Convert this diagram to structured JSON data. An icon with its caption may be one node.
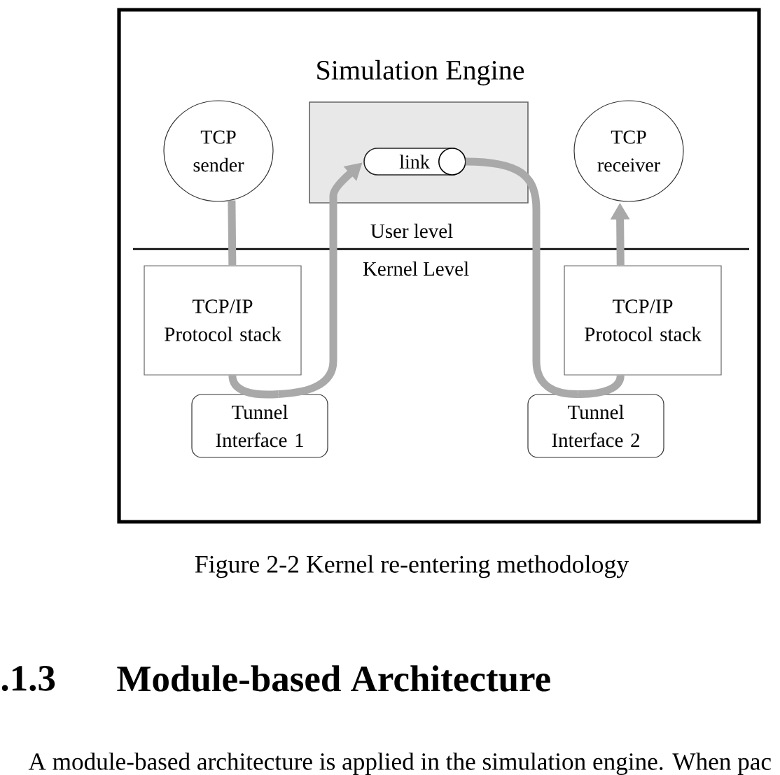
{
  "diagram": {
    "caption": "Figure 2-2 Kernel re-entering methodology",
    "nodes": [
      {
        "text": [
          "TCP sender"
        ]
      },
      {
        "text": [
          "Simulation Engine"
        ]
      },
      {
        "text": [
          "link"
        ],
        "in": 1
      },
      {
        "text": [
          "TCP receiver"
        ]
      },
      {
        "text": [
          "TCP/IP Protocol stack"
        ]
      },
      {
        "text": [
          "TCP/IP Protocol stack"
        ]
      },
      {
        "text": [
          "Tunnel Interface 1"
        ]
      },
      {
        "text": [
          "Tunnel Interface 2"
        ]
      }
    ],
    "edges": [
      {
        "from": 0,
        "to": 4,
        "arrow": "none"
      },
      {
        "from": 4,
        "to": 6,
        "arrow": "none"
      },
      {
        "from": 6,
        "to": 2,
        "arrow": "to"
      },
      {
        "from": 2,
        "to": 7,
        "arrow": "none"
      },
      {
        "from": 7,
        "to": 5,
        "arrow": "none"
      },
      {
        "from": 5,
        "to": 3,
        "arrow": "to"
      }
    ],
    "labels": [
      "User level",
      "Kernel Level",
      ".1.3",
      "Module-based Architecture",
      "A module-based architecture is applied in the simulation engine. When pac"
    ]
  }
}
